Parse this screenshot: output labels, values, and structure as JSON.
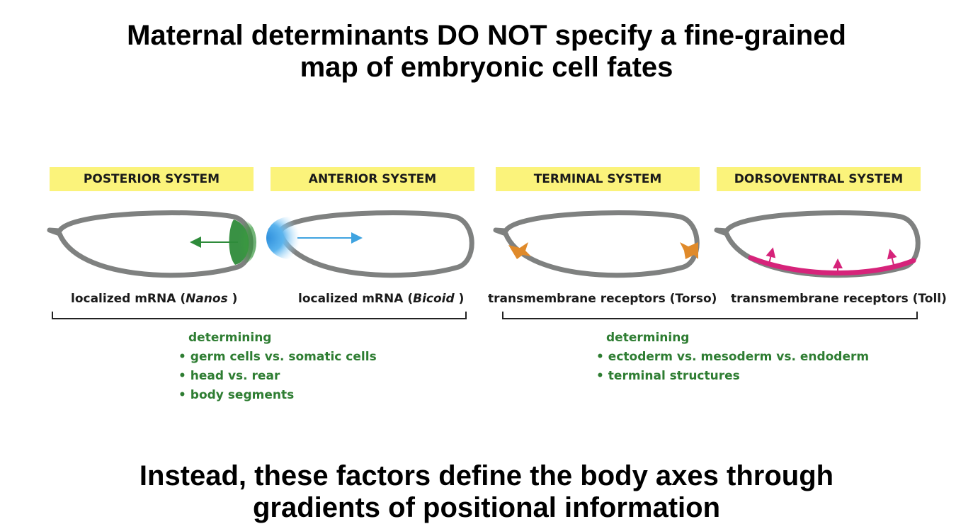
{
  "title_top": [
    "Maternal determinants DO NOT specify a fine-grained",
    "map of embryonic cell fates"
  ],
  "title_bottom": [
    "Instead, these factors define the body axes through",
    "gradients of positional information"
  ],
  "systems": [
    {
      "label": "POSTERIOR SYSTEM",
      "caption_pre": "localized mRNA (",
      "caption_italic": "Nanos",
      "caption_post": " )",
      "color": "#2e8b3a"
    },
    {
      "label": "ANTERIOR SYSTEM",
      "caption_pre": "localized mRNA (",
      "caption_italic": "Bicoid",
      "caption_post": " )",
      "color": "#3fa3e0"
    },
    {
      "label": "TERMINAL SYSTEM",
      "caption_pre": "transmembrane receptors (Torso)",
      "caption_italic": "",
      "caption_post": "",
      "color": "#e08a2a"
    },
    {
      "label": "DORSOVENTRAL SYSTEM",
      "caption_pre": "transmembrane receptors (Toll)",
      "caption_italic": "",
      "caption_post": "",
      "color": "#d6237a"
    }
  ],
  "groups": [
    {
      "heading": "determining",
      "items": [
        "• germ cells vs. somatic cells",
        "• head vs. rear",
        "• body segments"
      ]
    },
    {
      "heading": "determining",
      "items": [
        "• ectoderm vs. mesoderm vs. endoderm",
        "• terminal structures"
      ]
    }
  ],
  "colors": {
    "label_bg": "#fbf37b",
    "embryo_outline": "#7f8180",
    "text_green": "#2e7d32"
  }
}
